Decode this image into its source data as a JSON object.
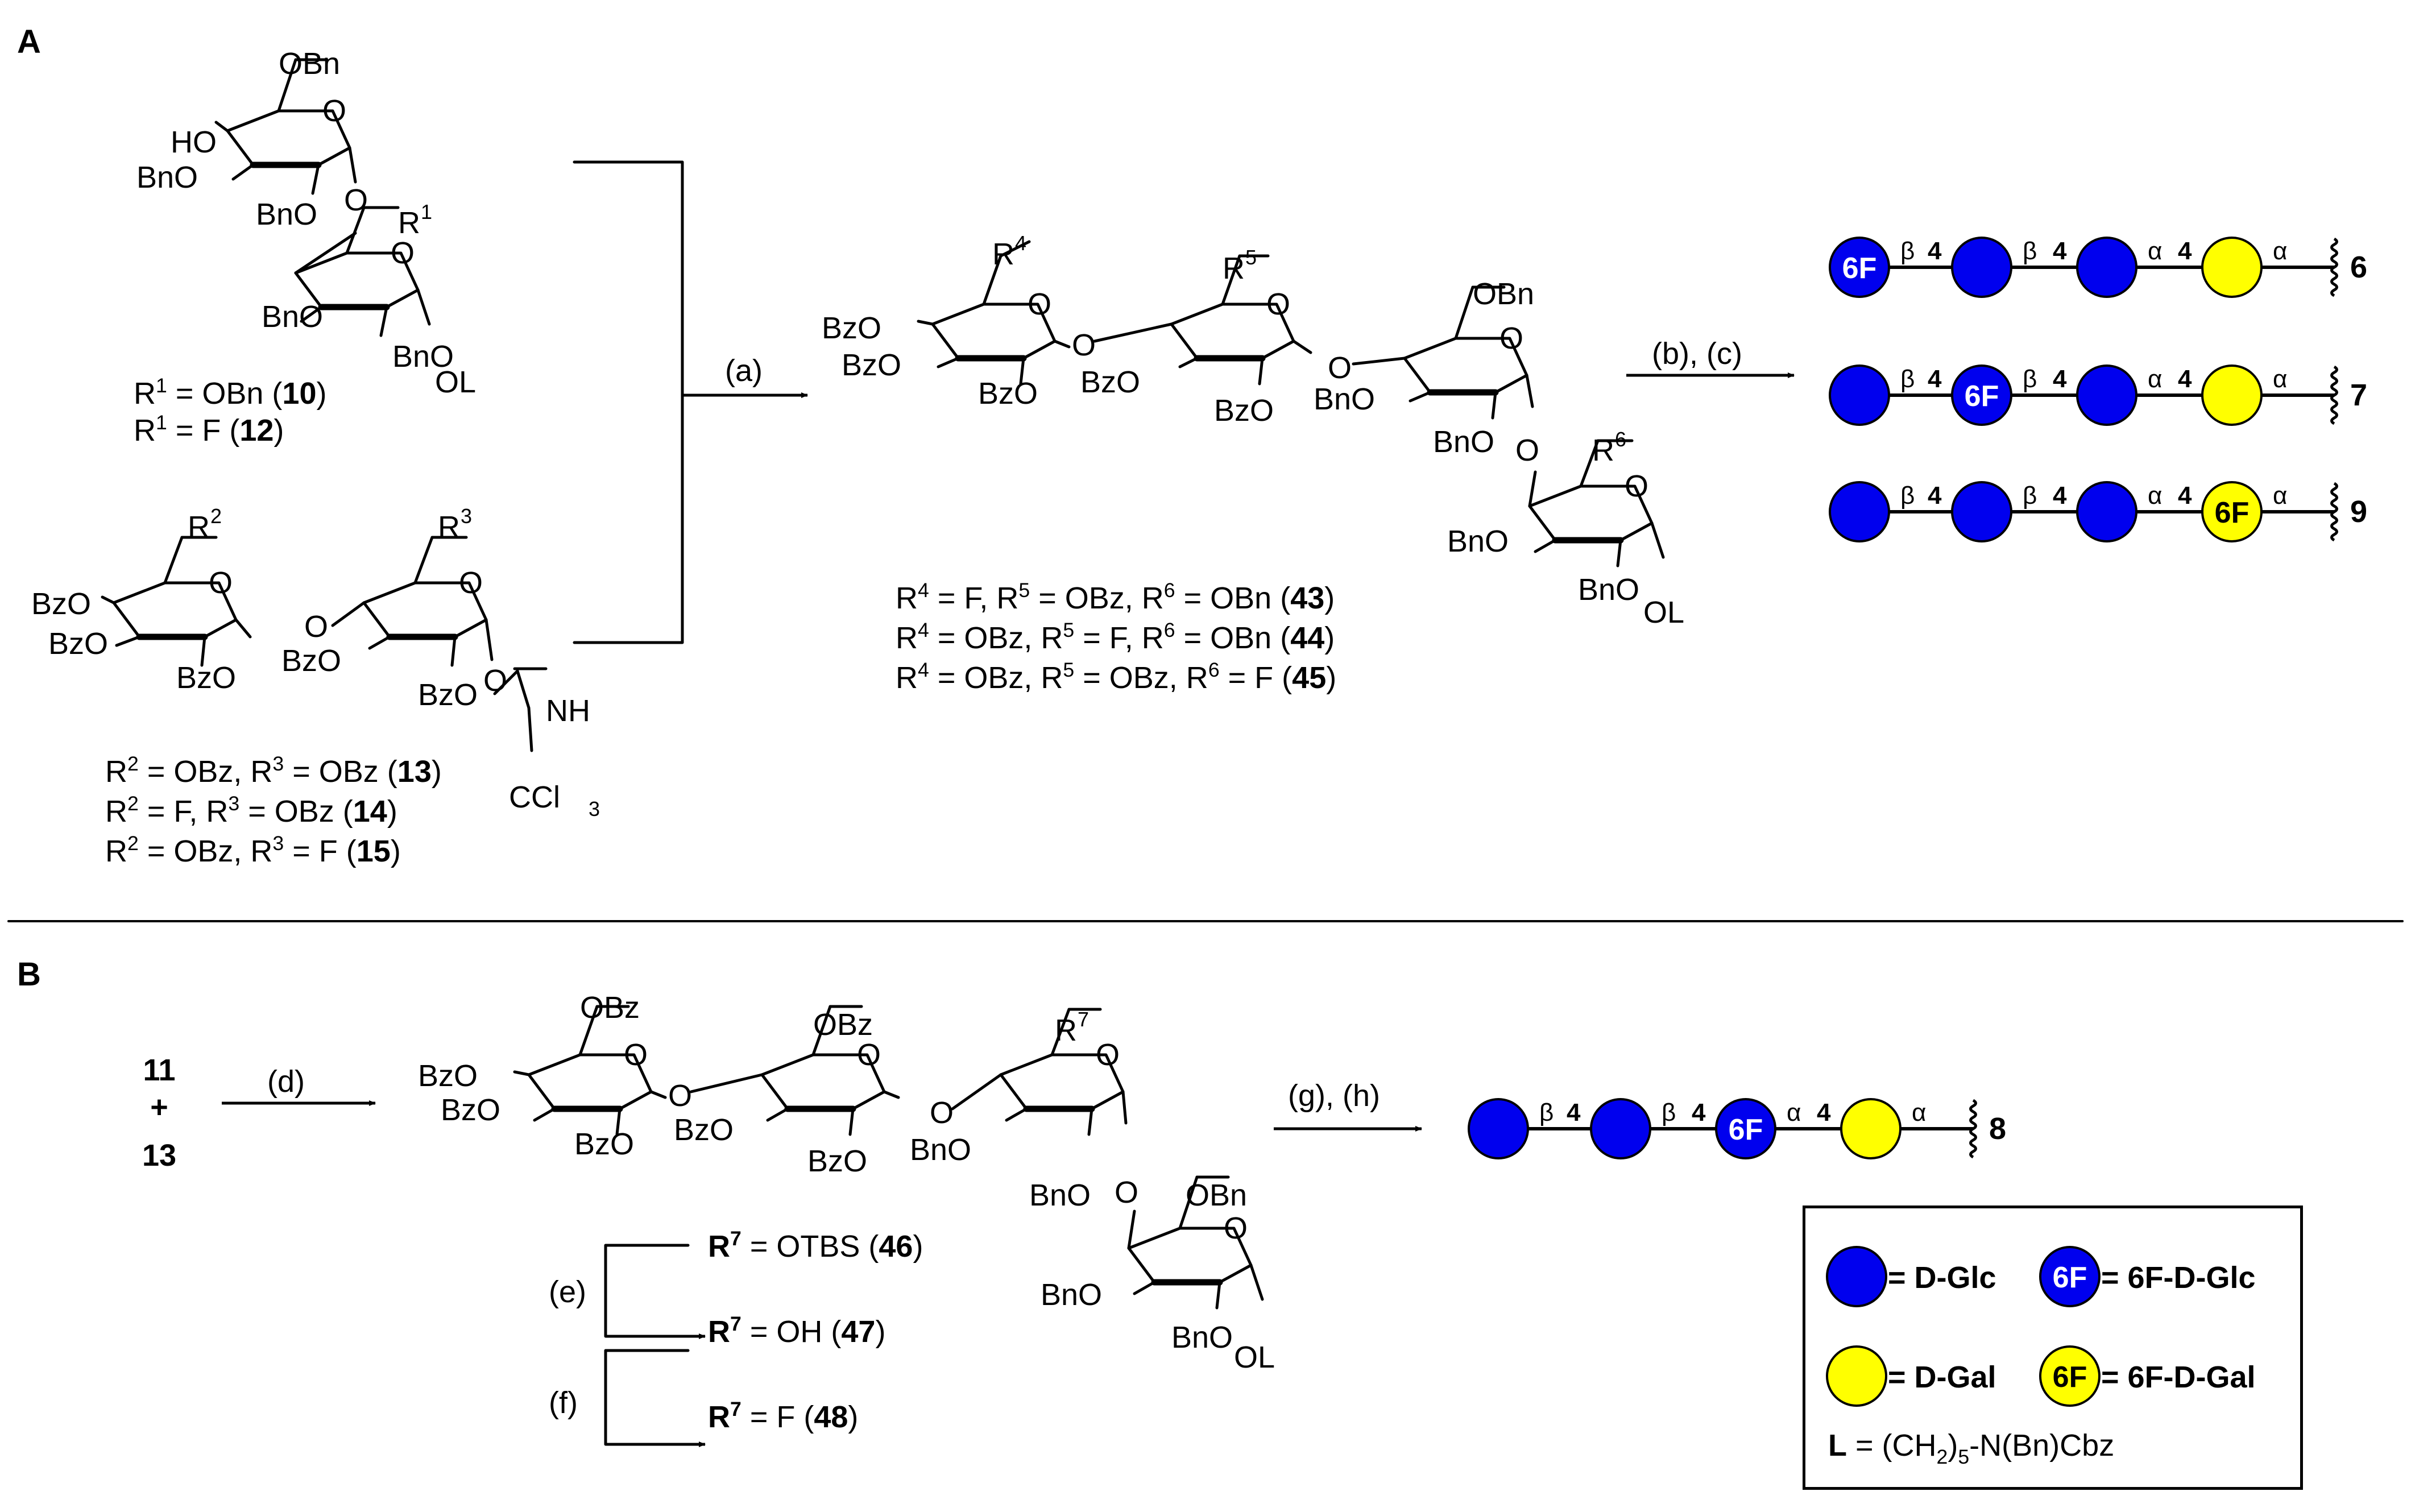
{
  "panels": {
    "a": "A",
    "b": "B"
  },
  "colors": {
    "glc": "#0000ee",
    "gal": "#ffff00",
    "line": "#000000"
  },
  "icon_names": [
    "glucose-circle-icon",
    "galactose-circle-icon",
    "sugar-ring-icon",
    "reaction-arrow-icon"
  ],
  "section_a": {
    "donor_top": {
      "subs": [
        "OBn",
        "HO",
        "BnO",
        "BnO",
        "R",
        "1",
        "BnO",
        "BnO",
        "OL"
      ],
      "defs": [
        {
          "pre": "R",
          "sup": "1",
          "mid": " = OBn (",
          "num": "10",
          "post": ")"
        },
        {
          "pre": "R",
          "sup": "1",
          "mid": " = F (",
          "num": "12",
          "post": ")"
        }
      ]
    },
    "donor_bottom": {
      "subs": [
        "R",
        "2",
        "R",
        "3",
        "BzO",
        "BzO",
        "BzO",
        "O",
        "BzO",
        "BzO",
        "NH",
        "CCl",
        "3"
      ],
      "defs": [
        [
          {
            "t": "R"
          },
          {
            "s": "2"
          },
          {
            "t": " = OBz, R"
          },
          {
            "s": "3"
          },
          {
            "t": " = OBz ("
          },
          {
            "b": "13"
          },
          {
            "t": ")"
          }
        ],
        [
          {
            "t": "R"
          },
          {
            "s": "2"
          },
          {
            "t": " = F, R"
          },
          {
            "s": "3"
          },
          {
            "t": " = OBz ("
          },
          {
            "b": "14"
          },
          {
            "t": ")"
          }
        ],
        [
          {
            "t": "R"
          },
          {
            "s": "2"
          },
          {
            "t": " = OBz, R"
          },
          {
            "s": "3"
          },
          {
            "t": " = F ("
          },
          {
            "b": "15"
          },
          {
            "t": ")"
          }
        ]
      ]
    },
    "step_a": "(a)",
    "product": {
      "subs": [
        "R",
        "4",
        "R",
        "5",
        "OBn",
        "BzO",
        "BzO",
        "BzO",
        "O",
        "BzO",
        "BzO",
        "O",
        "BnO",
        "BnO",
        "O",
        "R",
        "6",
        "BnO",
        "BnO",
        "OL"
      ],
      "defs": [
        [
          {
            "t": "R"
          },
          {
            "s": "4"
          },
          {
            "t": " = F, R"
          },
          {
            "s": "5"
          },
          {
            "t": " = OBz, R"
          },
          {
            "s": "6"
          },
          {
            "t": " = OBn ("
          },
          {
            "b": "43"
          },
          {
            "t": ")"
          }
        ],
        [
          {
            "t": "R"
          },
          {
            "s": "4"
          },
          {
            "t": " = OBz, R"
          },
          {
            "s": "5"
          },
          {
            "t": " = F, R"
          },
          {
            "s": "6"
          },
          {
            "t": " = OBn ("
          },
          {
            "b": "44"
          },
          {
            "t": ")"
          }
        ],
        [
          {
            "t": "R"
          },
          {
            "s": "4"
          },
          {
            "t": " = OBz, R"
          },
          {
            "s": "5"
          },
          {
            "t": " = OBz, R"
          },
          {
            "s": "6"
          },
          {
            "t": " = F ("
          },
          {
            "b": "45"
          },
          {
            "t": ")"
          }
        ]
      ]
    },
    "step_bc": "(b), (c)",
    "glycans": [
      {
        "id": "6",
        "units": [
          "glc",
          "glc",
          "glc",
          "gal"
        ],
        "fluoro_index": 0,
        "links": [
          "β",
          "4",
          "β",
          "4",
          "α",
          "4",
          "α"
        ]
      },
      {
        "id": "7",
        "units": [
          "glc",
          "glc",
          "glc",
          "gal"
        ],
        "fluoro_index": 1,
        "links": [
          "β",
          "4",
          "β",
          "4",
          "α",
          "4",
          "α"
        ]
      },
      {
        "id": "9",
        "units": [
          "glc",
          "glc",
          "glc",
          "gal"
        ],
        "fluoro_index": 3,
        "links": [
          "β",
          "4",
          "β",
          "4",
          "α",
          "4",
          "α"
        ]
      }
    ]
  },
  "section_b": {
    "reactants": [
      "11",
      "+",
      "13"
    ],
    "step_d": "(d)",
    "product": {
      "subs": [
        "OBz",
        "OBz",
        "R",
        "7",
        "BzO",
        "BzO",
        "BzO",
        "O",
        "BzO",
        "BzO",
        "O",
        "BnO",
        "BnO",
        "O",
        "OBn",
        "BnO",
        "BnO",
        "OL"
      ]
    },
    "chain": [
      {
        "pre": "R",
        "sup": "7",
        "mid": " = OTBS (",
        "num": "46",
        "post": ")"
      },
      {
        "pre": "R",
        "sup": "7",
        "mid": " = OH (",
        "num": "47",
        "post": ")"
      },
      {
        "pre": "R",
        "sup": "7",
        "mid": " = F (",
        "num": "48",
        "post": ")"
      }
    ],
    "step_e": "(e)",
    "step_f": "(f)",
    "step_gh": "(g), (h)",
    "glycan": {
      "id": "8",
      "units": [
        "glc",
        "glc",
        "glc",
        "gal"
      ],
      "fluoro_index": 2,
      "links": [
        "β",
        "4",
        "β",
        "4",
        "α",
        "4",
        "α"
      ]
    }
  },
  "fluoro_label": "6F",
  "legend": {
    "glc": "= D-Glc",
    "fglc": "= 6F-D-Glc",
    "gal": "= D-Gal",
    "fgal": "= 6F-D-Gal",
    "linker": {
      "b": "L",
      "t1": " = (CH",
      "s": "2",
      "t2": ")",
      "t3": "-N(Bn)Cbz",
      "sub": "5"
    }
  }
}
